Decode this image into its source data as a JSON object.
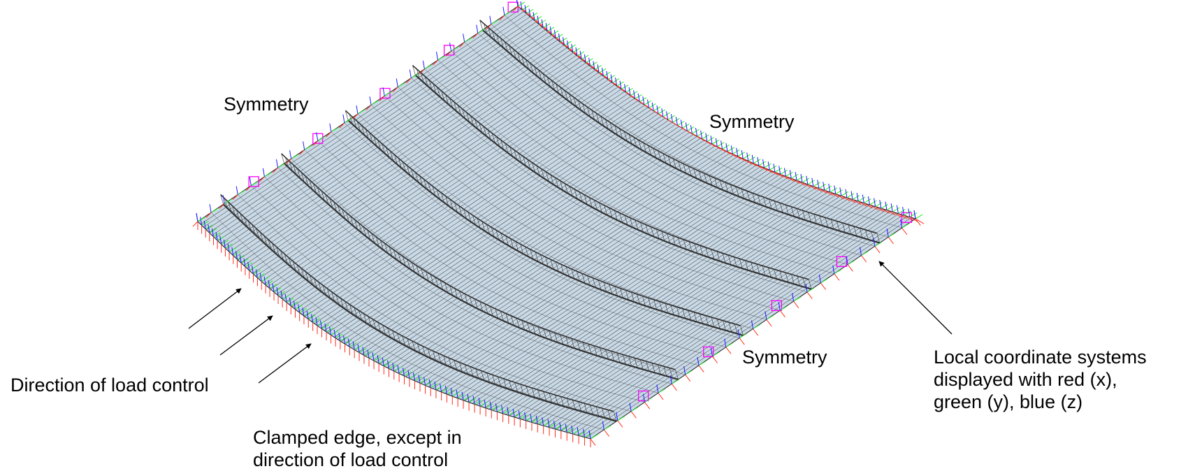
{
  "labels": {
    "symmetry_top": "Symmetry",
    "symmetry_right": "Symmetry",
    "symmetry_bottom": "Symmetry",
    "direction": "Direction of load control",
    "clamped_line1": "Clamped edge, except in",
    "clamped_line2": "direction of load control",
    "local_line1": "Local coordinate systems",
    "local_line2": "displayed with red (x),",
    "local_line3": "green (y), blue (z)"
  },
  "colors": {
    "panel_fill": "#c9d9e6",
    "mesh_line": "#1a1a1a",
    "stiffener": "#333333",
    "x_axis": "#ff2a1a",
    "y_axis": "#22ee22",
    "z_axis": "#1a1aff",
    "frame": "#ff00ff"
  }
}
